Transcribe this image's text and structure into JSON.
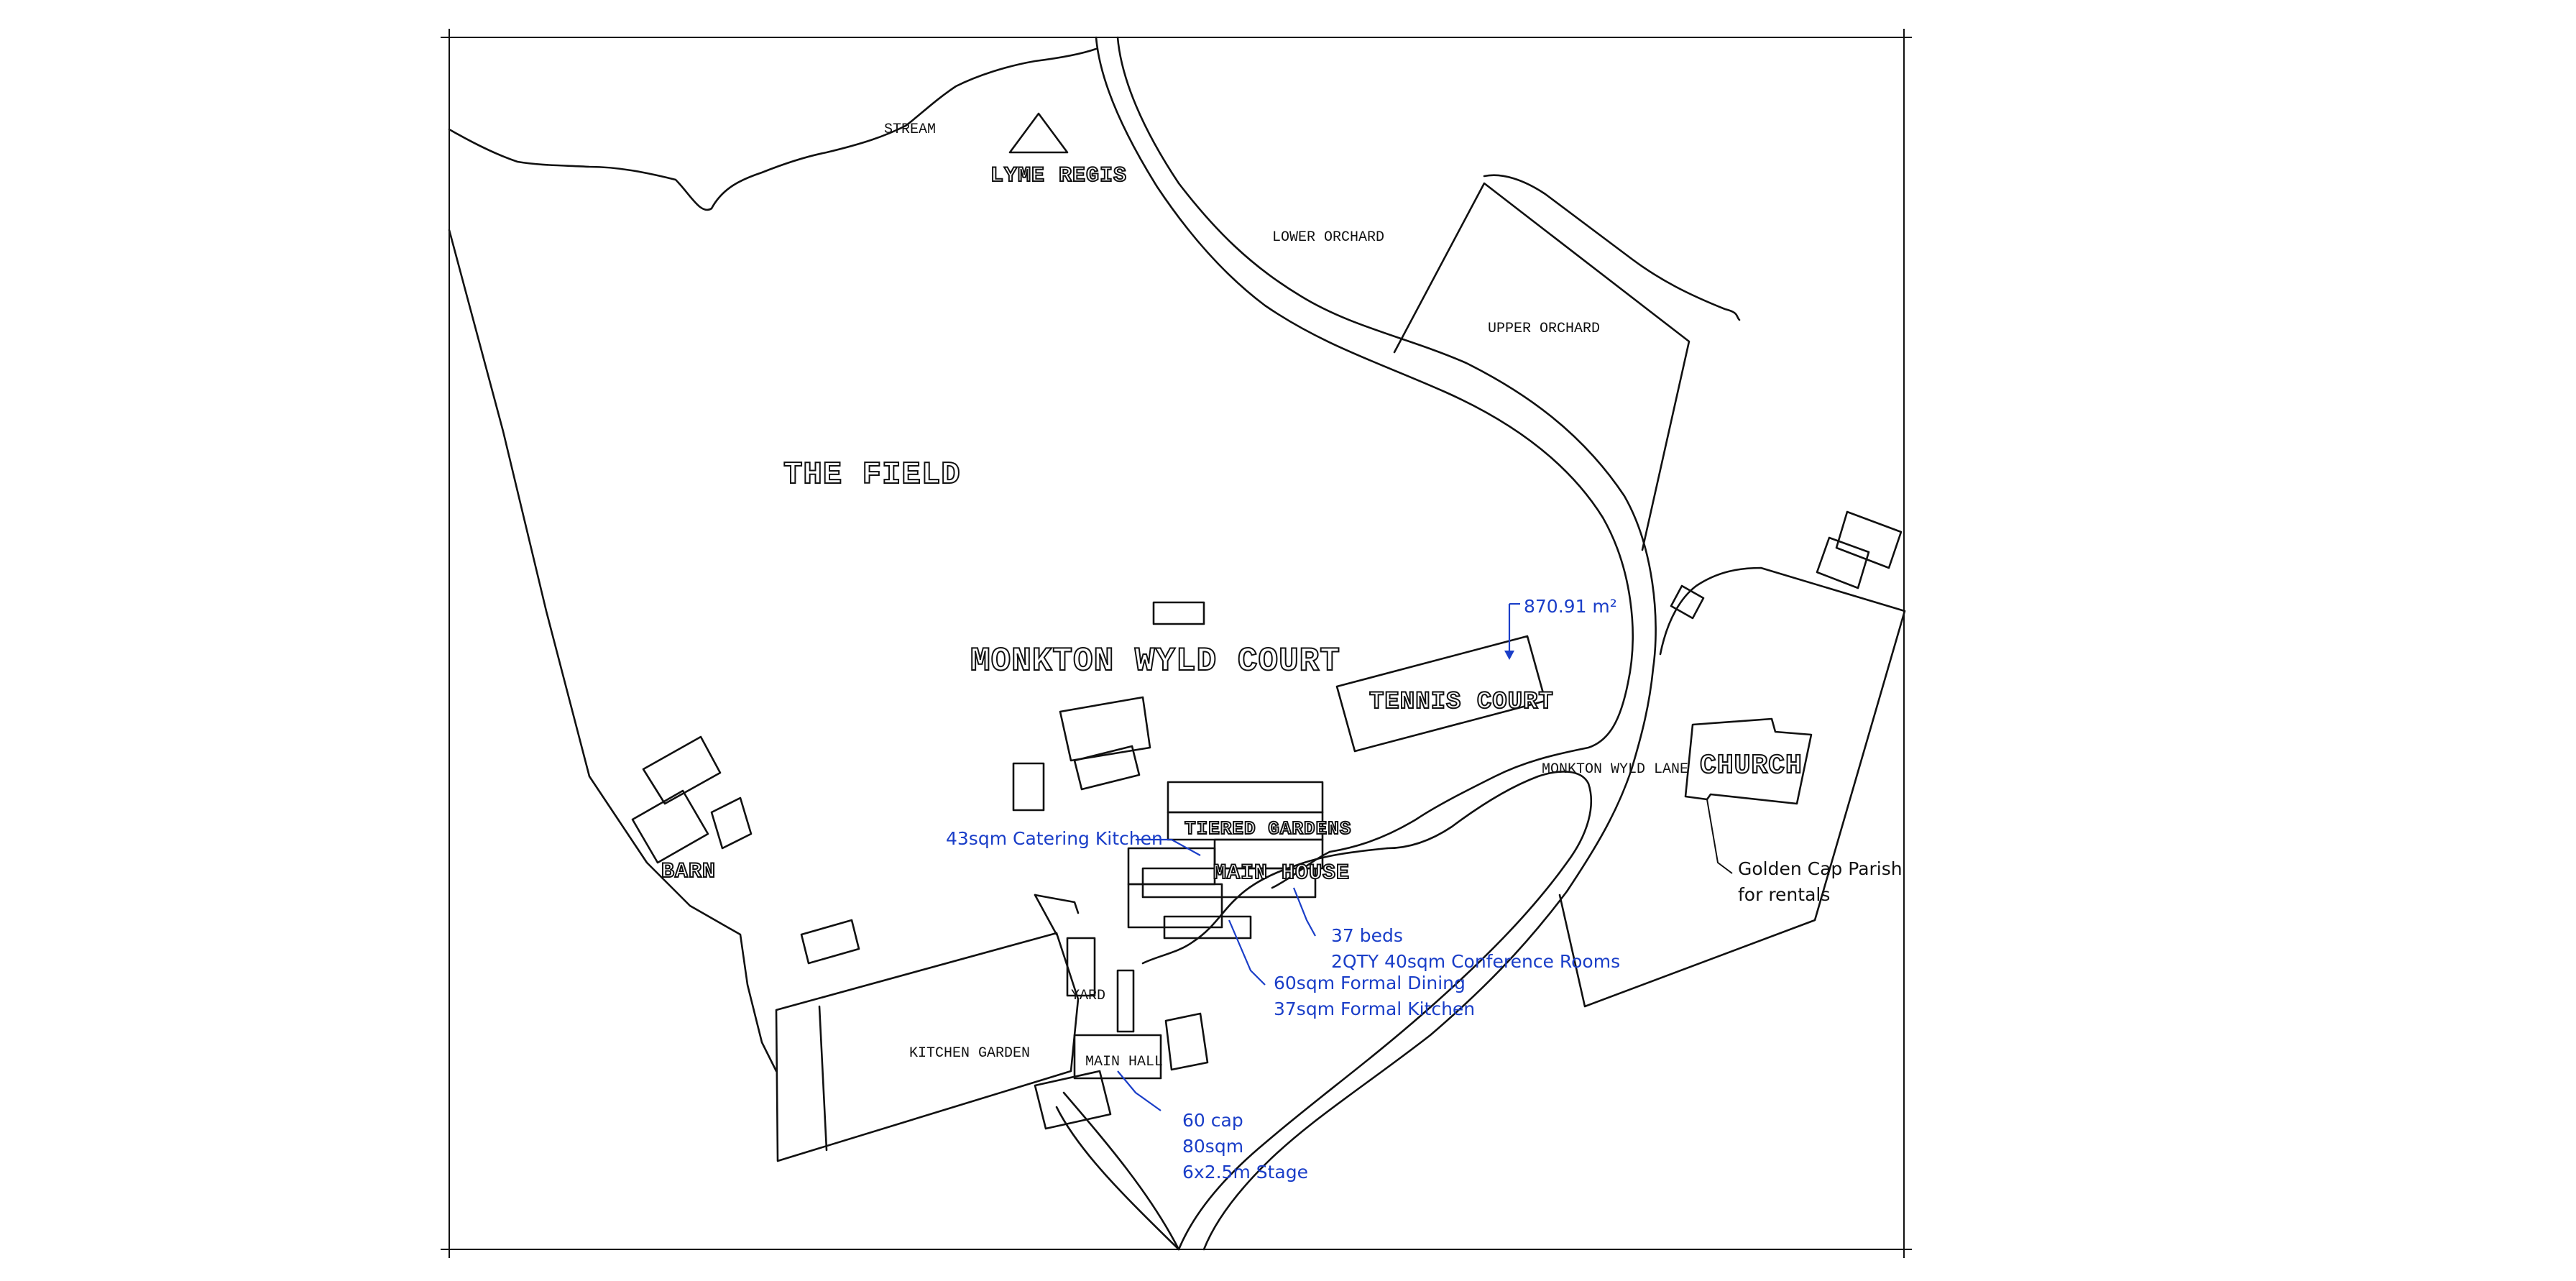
{
  "labels": {
    "the_field": "THE FIELD",
    "monkton_wyld_court": "MONKTON WYLD COURT",
    "tennis_court": "TENNIS COURT",
    "church": "CHURCH",
    "main_house": "MAIN HOUSE",
    "walled_garden": "TIERED GARDENS",
    "lyme_regis": "LYME REGIS",
    "lower_orchard": "LOWER ORCHARD",
    "upper_orchard": "UPPER ORCHARD",
    "stream": "STREAM",
    "kitchen_garden": "KITCHEN GARDEN",
    "main_hall": "MAIN HALL",
    "barn": "BARN",
    "yard": "YARD",
    "monkton_wyld_lane": "MONKTON WYLD LANE"
  },
  "annotations": {
    "area": "870.91 m²",
    "catering_kitchen": "43sqm Catering Kitchen",
    "beds": "37 beds",
    "conference_rooms": "2QTY 40sqm Conference Rooms",
    "formal_dining": "60sqm Formal Dining",
    "formal_kitchen": "37sqm Formal Kitchen",
    "hall_cap": "60 cap",
    "hall_area": "80sqm",
    "hall_stage": "6x2.5m Stage",
    "church_note_line1": "Golden Cap Parish",
    "church_note_line2": "for rentals"
  },
  "colors": {
    "annotation": "#1a3ec8",
    "linework": "#111111",
    "background": "#ffffff"
  }
}
